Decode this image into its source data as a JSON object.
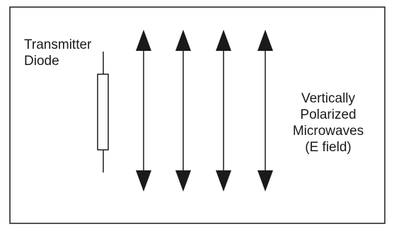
{
  "transmitter": {
    "label_line1": "Transmitter",
    "label_line2": "Diode"
  },
  "field": {
    "label_line1": "Vertically",
    "label_line2": "Polarized",
    "label_line3": "Microwaves",
    "label_line4": "(E field)",
    "arrow_count": 4
  }
}
